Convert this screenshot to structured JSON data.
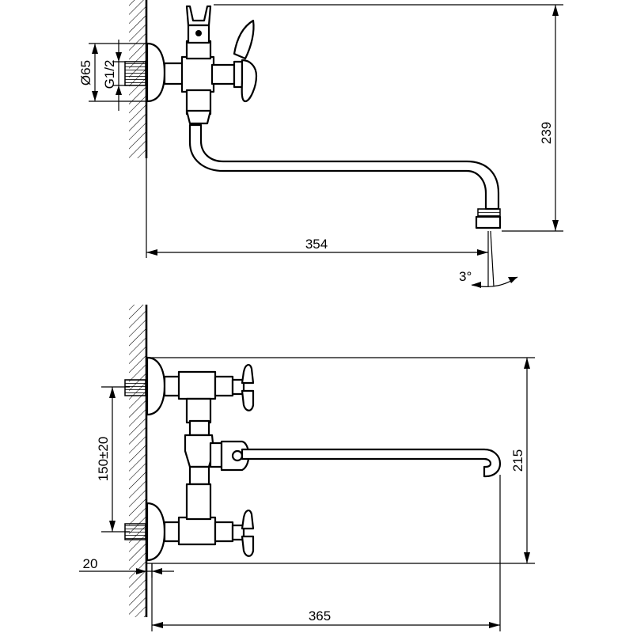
{
  "top_view": {
    "dim_width": "354",
    "dim_height": "239",
    "dim_outer_diameter": "Ø65",
    "dim_thread": "G1/2",
    "dim_angle": "3°"
  },
  "bottom_view": {
    "dim_spacing": "150±20",
    "dim_height": "215",
    "dim_offset": "20",
    "dim_width": "365"
  }
}
